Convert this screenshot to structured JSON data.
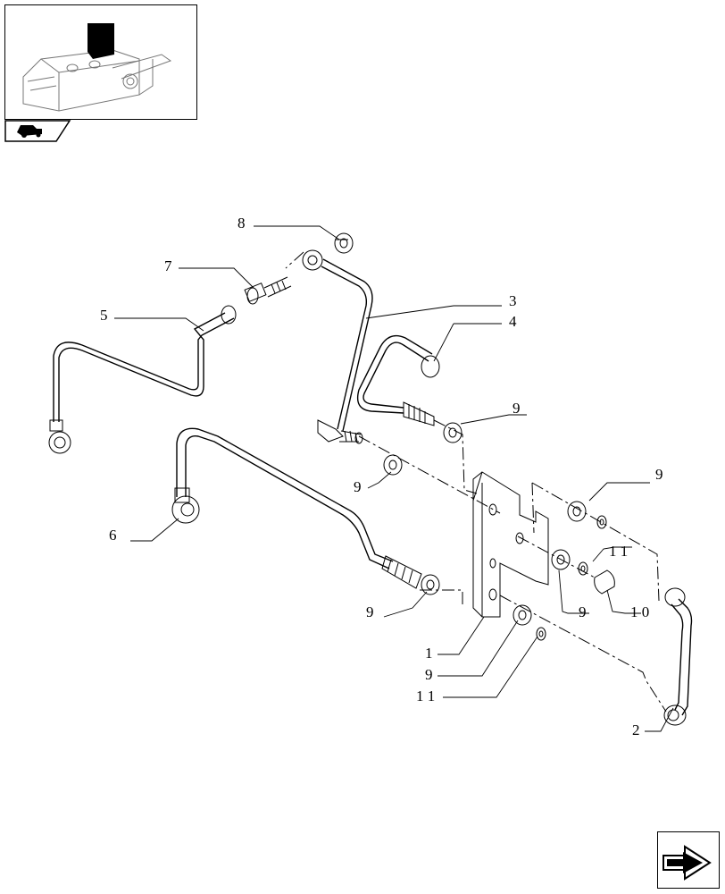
{
  "thumbnail": {
    "icon": "tractor-housing-thumbnail-icon"
  },
  "tab": {
    "icon": "tractor-tab-icon"
  },
  "nav": {
    "icon": "next-page-arrow-icon"
  },
  "callouts": [
    {
      "id": "c8",
      "label": "8"
    },
    {
      "id": "c7",
      "label": "7"
    },
    {
      "id": "c5",
      "label": "5"
    },
    {
      "id": "c3",
      "label": "3"
    },
    {
      "id": "c4",
      "label": "4"
    },
    {
      "id": "c9a",
      "label": "9"
    },
    {
      "id": "c9b",
      "label": "9"
    },
    {
      "id": "c9c",
      "label": "9"
    },
    {
      "id": "c6",
      "label": "6"
    },
    {
      "id": "c11a",
      "label": "1 1"
    },
    {
      "id": "c10",
      "label": "1 0"
    },
    {
      "id": "c9d",
      "label": "9"
    },
    {
      "id": "c9e",
      "label": "9"
    },
    {
      "id": "c1",
      "label": "1"
    },
    {
      "id": "c9f",
      "label": "9"
    },
    {
      "id": "c11b",
      "label": "1 1"
    },
    {
      "id": "c2",
      "label": "2"
    }
  ]
}
